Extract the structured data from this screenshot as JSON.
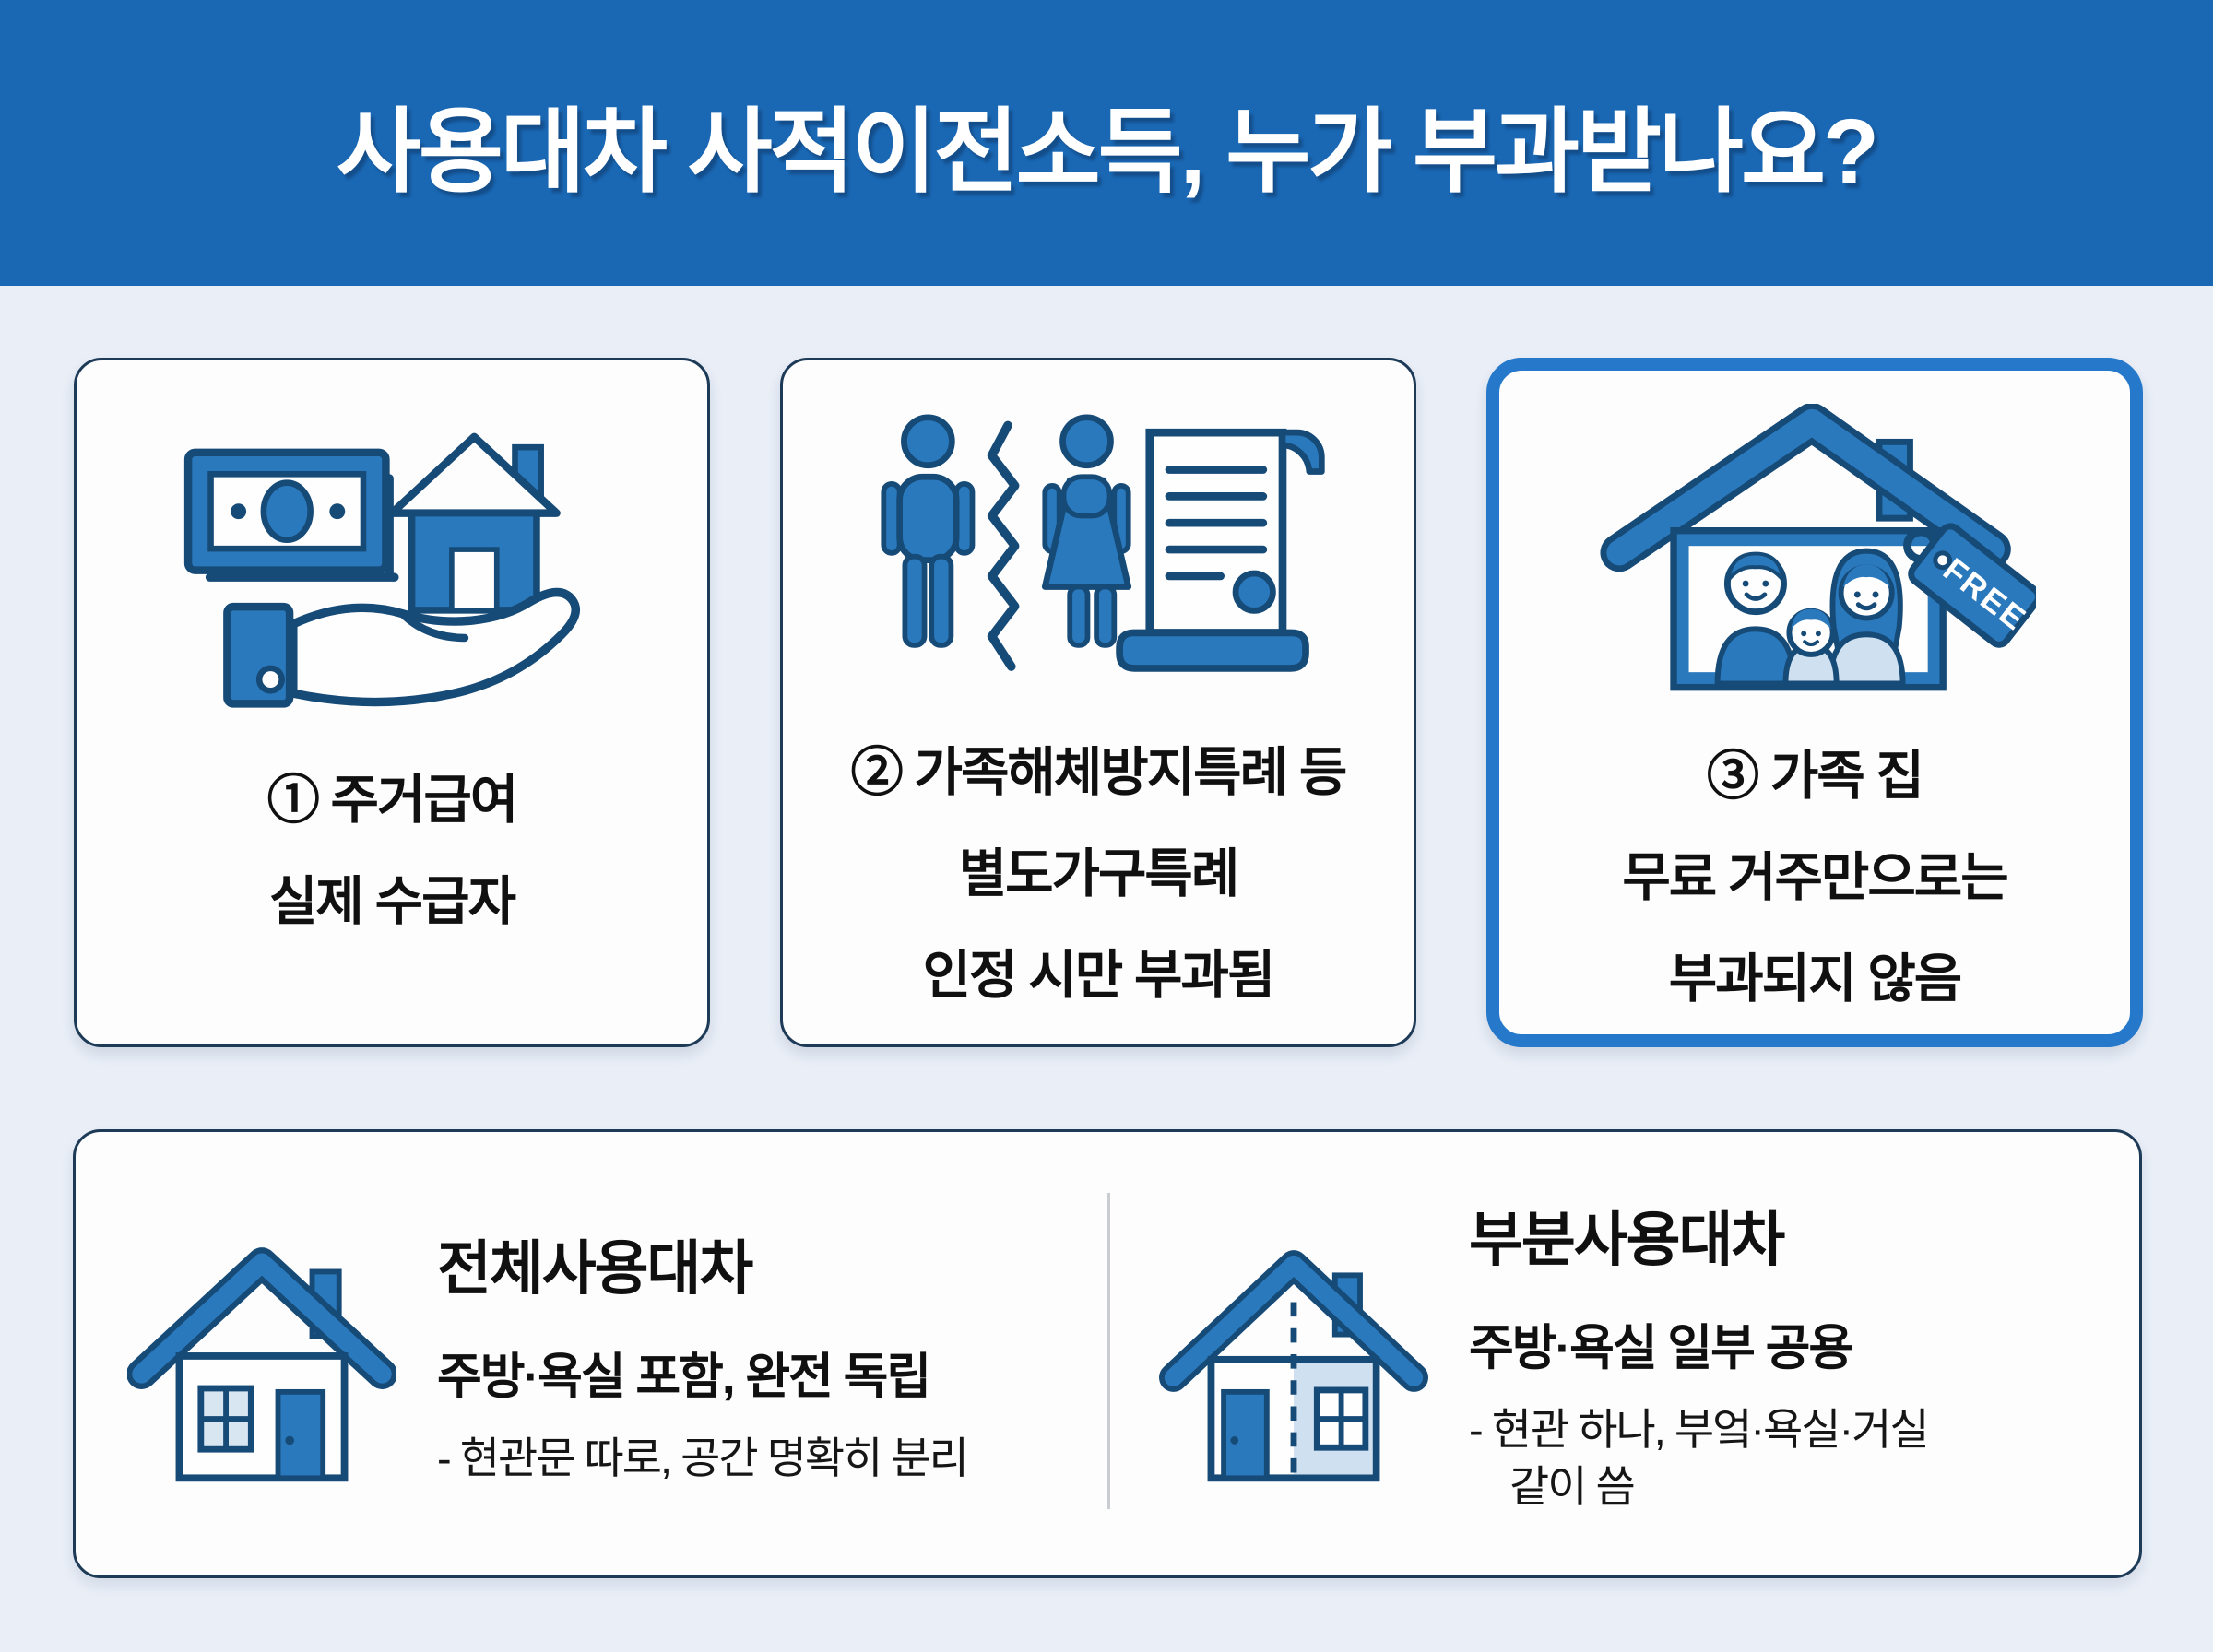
{
  "header": {
    "title": "사용대차 사적이전소득, 누가 부과받나요?"
  },
  "cards": [
    {
      "icon": "money-house-hand-icon",
      "lines": [
        "① 주거급여",
        "실제 수급자"
      ]
    },
    {
      "icon": "divorced-couple-document-icon",
      "lines": [
        "② 가족해체방지특례 등",
        "별도가구특례",
        "인정 시만 부과됨"
      ]
    },
    {
      "icon": "family-house-free-tag-icon",
      "tag_label": "FREE",
      "lines": [
        "③ 가족 집",
        "무료 거주만으로는",
        "부과되지 않음"
      ],
      "highlighted": true
    }
  ],
  "bottom_panel": {
    "left": {
      "icon": "whole-house-icon",
      "title": "전체사용대차",
      "description": "주방·욕실 포함, 완전 독립",
      "note": "- 현관문 따로, 공간 명확히 분리"
    },
    "right": {
      "icon": "split-house-icon",
      "title": "부분사용대차",
      "description": "주방·욕실 일부 공용",
      "note_lines": [
        "- 현관 하나, 부엌·욕실·거실",
        "같이 씀"
      ]
    }
  },
  "colors": {
    "header_bg": "#1a68b4",
    "background": "#e9eef7",
    "card_bg": "#fdfdfe",
    "card_border": "#1d3a57",
    "highlight_border": "#2679ca",
    "icon_blue": "#2b79bd",
    "icon_navy": "#164a77",
    "icon_light_blue": "#cfe0f0",
    "text": "#101010",
    "divider": "#c9ccd1"
  }
}
